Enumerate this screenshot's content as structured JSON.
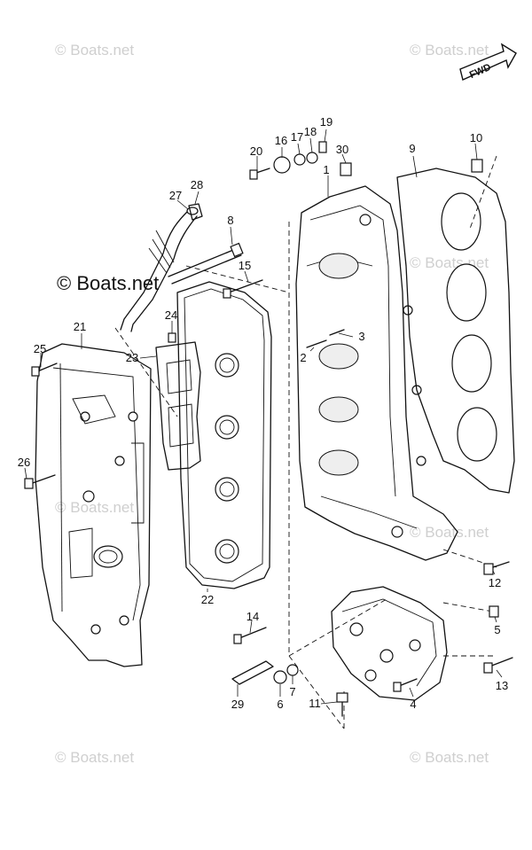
{
  "watermarks": {
    "main": "© Boats.net",
    "tile": "© Boats.net"
  },
  "fwd_label": "FWD",
  "callouts": [
    "1",
    "2",
    "3",
    "4",
    "5",
    "6",
    "7",
    "8",
    "9",
    "10",
    "11",
    "12",
    "13",
    "14",
    "15",
    "16",
    "17",
    "18",
    "19",
    "20",
    "21",
    "22",
    "23",
    "24",
    "25",
    "26",
    "27",
    "28",
    "29",
    "30"
  ]
}
